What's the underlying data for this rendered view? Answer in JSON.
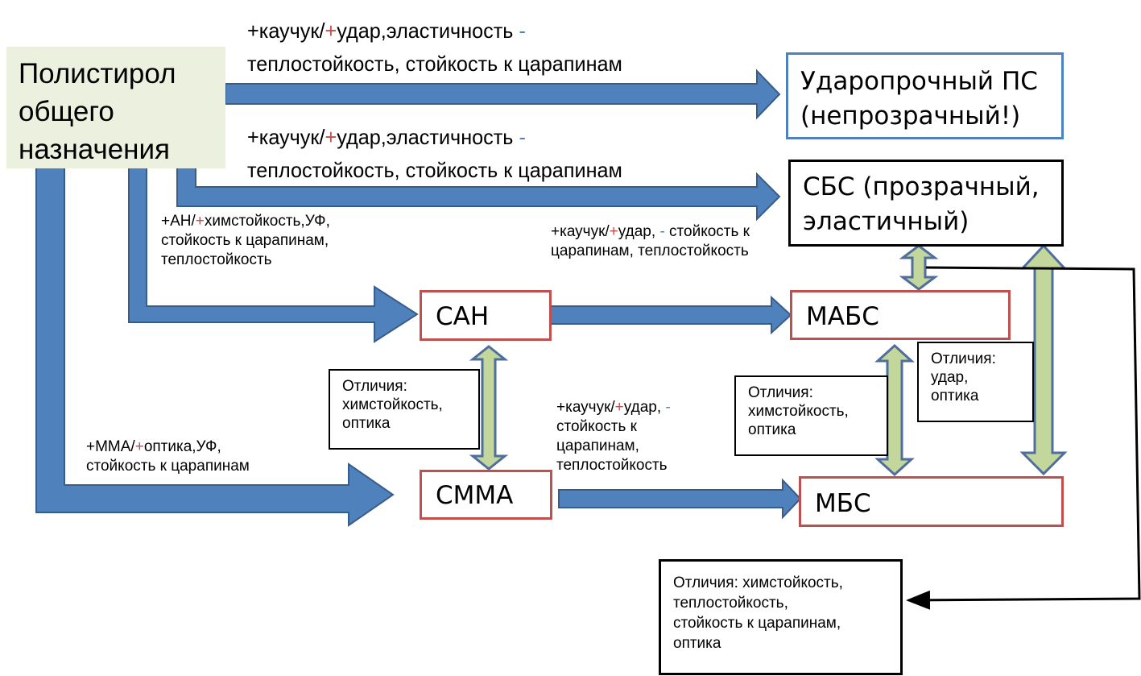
{
  "colors": {
    "flow_arrow": "#4f81bd",
    "flow_arrow_border": "#385d8a",
    "compare_arrow": "#c3d69b",
    "source_fill": "#ebf1de",
    "node_red_border": "#c0504d",
    "node_blue_border": "#4f81bd",
    "plus_sign": "#c0504d",
    "minus_sign": "#4f81bd"
  },
  "source": {
    "line1": "Полистирол",
    "line2": "общего",
    "line3": "назначения"
  },
  "nodes": {
    "hips": {
      "line1": "Ударопрочный ПС",
      "line2": "(непрозрачный!)"
    },
    "sbs": {
      "line1": "СБС (прозрачный,",
      "line2": "эластичный)"
    },
    "san": {
      "label": "САН"
    },
    "smma": {
      "label": "СММА"
    },
    "mabs": {
      "label": "МАБС"
    },
    "mbs": {
      "label": "МБС"
    }
  },
  "edge_labels": {
    "to_hips": {
      "prefix": "+каучук/",
      "plus": "+",
      "text": "удар,эластичность ",
      "minus": "-",
      "line2": "теплостойкость,  стойкость  к царапинам"
    },
    "to_sbs": {
      "prefix": "+каучук/",
      "plus": "+",
      "text": "удар,эластичность ",
      "minus": "-",
      "line2": "теплостойкость,  стойкость  к царапинам"
    },
    "to_san": {
      "prefix": "+АН/",
      "plus": "+",
      "text": "химстойкость,УФ,",
      "line2": "стойкость к царапинам,",
      "line3": "теплостойкость"
    },
    "to_smma": {
      "prefix": "+ММА/",
      "plus": "+",
      "text": "оптика,УФ,",
      "line2": "стойкость к царапинам"
    },
    "san_to_mabs": {
      "prefix": "+каучук/",
      "plus": "+",
      "text": "удар,  ",
      "minus": "-",
      "rest": "  стойкость к",
      "line2": "царапинам, теплостойкость"
    },
    "smma_to_mbs": {
      "prefix": "+каучук/",
      "plus": "+",
      "text": "удар,  ",
      "minus": "-",
      "line2": "стойкость к",
      "line3": "царапинам,",
      "line4": "теплостойкость"
    }
  },
  "notes": {
    "san_smma": {
      "line1": "Отличия:",
      "line2": "химстойкость,",
      "line3": "оптика"
    },
    "mabs_mbs": {
      "line1": "Отличия:",
      "line2": "химстойкость,",
      "line3": "оптика"
    },
    "sbs_mbs": {
      "line1": "Отличия:",
      "line2": "удар,",
      "line3": "оптика"
    },
    "sbs_mabs": {
      "line1": "Отличия: химстойкость,",
      "line2": "теплостойкость,",
      "line3": "стойкость к царапинам,",
      "line4": "оптика"
    }
  }
}
